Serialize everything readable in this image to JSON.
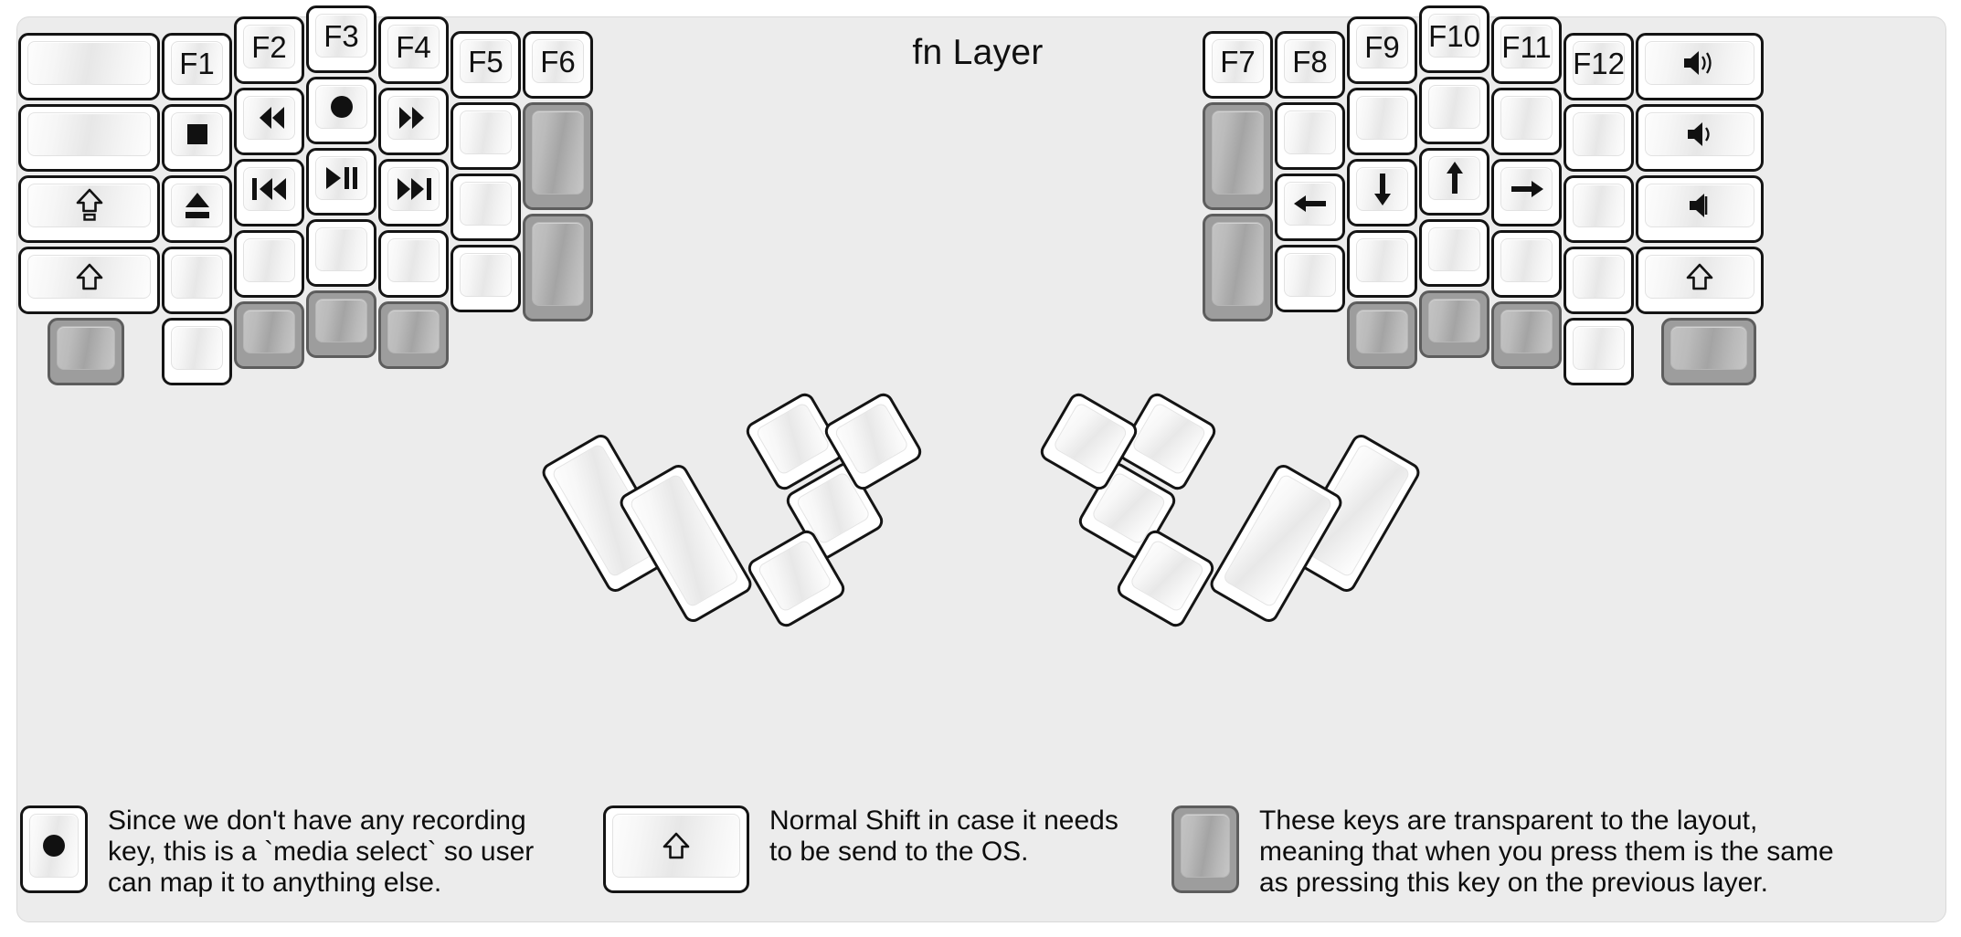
{
  "title": "fn Layer",
  "colors": {
    "background": "#ececec",
    "key_fill": "#ffffff",
    "key_border": "#141414",
    "transparent_key_fill": "#9d9d9d",
    "transparent_key_border": "#5d5d5d",
    "text": "#111111"
  },
  "left_half": {
    "columns": [
      {
        "name": "pinky-outer",
        "keys": [
          {
            "label": "",
            "icon": "",
            "type": "blank"
          },
          {
            "label": "",
            "icon": "",
            "type": "blank"
          },
          {
            "label": "",
            "icon": "caps-lock-icon",
            "type": "glyph"
          },
          {
            "label": "",
            "icon": "shift-icon",
            "type": "glyph"
          },
          {
            "label": "",
            "icon": "",
            "type": "transparent"
          }
        ]
      },
      {
        "name": "pinky",
        "keys": [
          {
            "label": "F1",
            "icon": "",
            "type": "fkey"
          },
          {
            "label": "",
            "icon": "media-stop-icon",
            "type": "glyph"
          },
          {
            "label": "",
            "icon": "media-eject-icon",
            "type": "glyph"
          },
          {
            "label": "",
            "icon": "",
            "type": "blank"
          },
          {
            "label": "",
            "icon": "",
            "type": "blank"
          }
        ]
      },
      {
        "name": "ring",
        "keys": [
          {
            "label": "F2",
            "icon": "",
            "type": "fkey"
          },
          {
            "label": "",
            "icon": "media-rewind-icon",
            "type": "glyph"
          },
          {
            "label": "",
            "icon": "media-previous-icon",
            "type": "glyph"
          },
          {
            "label": "",
            "icon": "",
            "type": "blank"
          },
          {
            "label": "",
            "icon": "",
            "type": "transparent"
          }
        ]
      },
      {
        "name": "middle",
        "keys": [
          {
            "label": "F3",
            "icon": "",
            "type": "fkey"
          },
          {
            "label": "",
            "icon": "media-record-icon",
            "type": "glyph"
          },
          {
            "label": "",
            "icon": "media-play-pause-icon",
            "type": "glyph"
          },
          {
            "label": "",
            "icon": "",
            "type": "blank"
          },
          {
            "label": "",
            "icon": "",
            "type": "transparent"
          }
        ]
      },
      {
        "name": "index",
        "keys": [
          {
            "label": "F4",
            "icon": "",
            "type": "fkey"
          },
          {
            "label": "",
            "icon": "media-fast-forward-icon",
            "type": "glyph"
          },
          {
            "label": "",
            "icon": "media-next-icon",
            "type": "glyph"
          },
          {
            "label": "",
            "icon": "",
            "type": "blank"
          },
          {
            "label": "",
            "icon": "",
            "type": "transparent"
          }
        ]
      },
      {
        "name": "inner-1",
        "keys": [
          {
            "label": "F5",
            "icon": "",
            "type": "fkey"
          },
          {
            "label": "",
            "icon": "",
            "type": "blank"
          },
          {
            "label": "",
            "icon": "",
            "type": "blank"
          },
          {
            "label": "",
            "icon": "",
            "type": "blank"
          }
        ]
      },
      {
        "name": "inner-2",
        "keys": [
          {
            "label": "F6",
            "icon": "",
            "type": "fkey"
          },
          {
            "label": "",
            "icon": "",
            "type": "transparent"
          },
          {
            "label": "",
            "icon": "",
            "type": "transparent"
          }
        ]
      }
    ]
  },
  "right_half": {
    "columns": [
      {
        "name": "inner-2",
        "keys": [
          {
            "label": "F7",
            "icon": "",
            "type": "fkey"
          },
          {
            "label": "",
            "icon": "",
            "type": "transparent"
          },
          {
            "label": "",
            "icon": "",
            "type": "transparent"
          }
        ]
      },
      {
        "name": "inner-1",
        "keys": [
          {
            "label": "F8",
            "icon": "",
            "type": "fkey"
          },
          {
            "label": "",
            "icon": "",
            "type": "blank"
          },
          {
            "label": "",
            "icon": "arrow-left-icon",
            "type": "glyph"
          },
          {
            "label": "",
            "icon": "",
            "type": "blank"
          }
        ]
      },
      {
        "name": "index",
        "keys": [
          {
            "label": "F9",
            "icon": "",
            "type": "fkey"
          },
          {
            "label": "",
            "icon": "",
            "type": "blank"
          },
          {
            "label": "",
            "icon": "arrow-down-icon",
            "type": "glyph"
          },
          {
            "label": "",
            "icon": "",
            "type": "blank"
          },
          {
            "label": "",
            "icon": "",
            "type": "transparent"
          }
        ]
      },
      {
        "name": "middle",
        "keys": [
          {
            "label": "F10",
            "icon": "",
            "type": "fkey"
          },
          {
            "label": "",
            "icon": "",
            "type": "blank"
          },
          {
            "label": "",
            "icon": "arrow-up-icon",
            "type": "glyph"
          },
          {
            "label": "",
            "icon": "",
            "type": "blank"
          },
          {
            "label": "",
            "icon": "",
            "type": "transparent"
          }
        ]
      },
      {
        "name": "ring",
        "keys": [
          {
            "label": "F11",
            "icon": "",
            "type": "fkey"
          },
          {
            "label": "",
            "icon": "",
            "type": "blank"
          },
          {
            "label": "",
            "icon": "arrow-right-icon",
            "type": "glyph"
          },
          {
            "label": "",
            "icon": "",
            "type": "blank"
          },
          {
            "label": "",
            "icon": "",
            "type": "transparent"
          }
        ]
      },
      {
        "name": "pinky",
        "keys": [
          {
            "label": "F12",
            "icon": "",
            "type": "fkey"
          },
          {
            "label": "",
            "icon": "",
            "type": "blank"
          },
          {
            "label": "",
            "icon": "",
            "type": "blank"
          },
          {
            "label": "",
            "icon": "",
            "type": "blank"
          },
          {
            "label": "",
            "icon": "",
            "type": "blank"
          }
        ]
      },
      {
        "name": "pinky-outer",
        "keys": [
          {
            "label": "",
            "icon": "volume-up-icon",
            "type": "glyph"
          },
          {
            "label": "",
            "icon": "volume-down-icon",
            "type": "glyph"
          },
          {
            "label": "",
            "icon": "volume-mute-icon",
            "type": "glyph"
          },
          {
            "label": "",
            "icon": "shift-icon",
            "type": "glyph"
          },
          {
            "label": "",
            "icon": "",
            "type": "transparent"
          }
        ]
      }
    ]
  },
  "left_thumb_cluster": {
    "key_count": 6,
    "labels": [
      "",
      "",
      "",
      "",
      "",
      ""
    ]
  },
  "right_thumb_cluster": {
    "key_count": 6,
    "labels": [
      "",
      "",
      "",
      "",
      "",
      ""
    ]
  },
  "legend": [
    {
      "icon": "media-record-icon",
      "key_type": "normal",
      "text": "Since we don't have any recording\nkey, this is a `media select` so user\ncan map it to anything else."
    },
    {
      "icon": "shift-icon",
      "key_type": "normal",
      "text": "Normal Shift in case it needs\nto be send to the OS."
    },
    {
      "icon": "",
      "key_type": "transparent",
      "text": "These keys are transparent to the layout,\nmeaning that when you press them is the same\nas pressing this key on the previous layer."
    }
  ]
}
